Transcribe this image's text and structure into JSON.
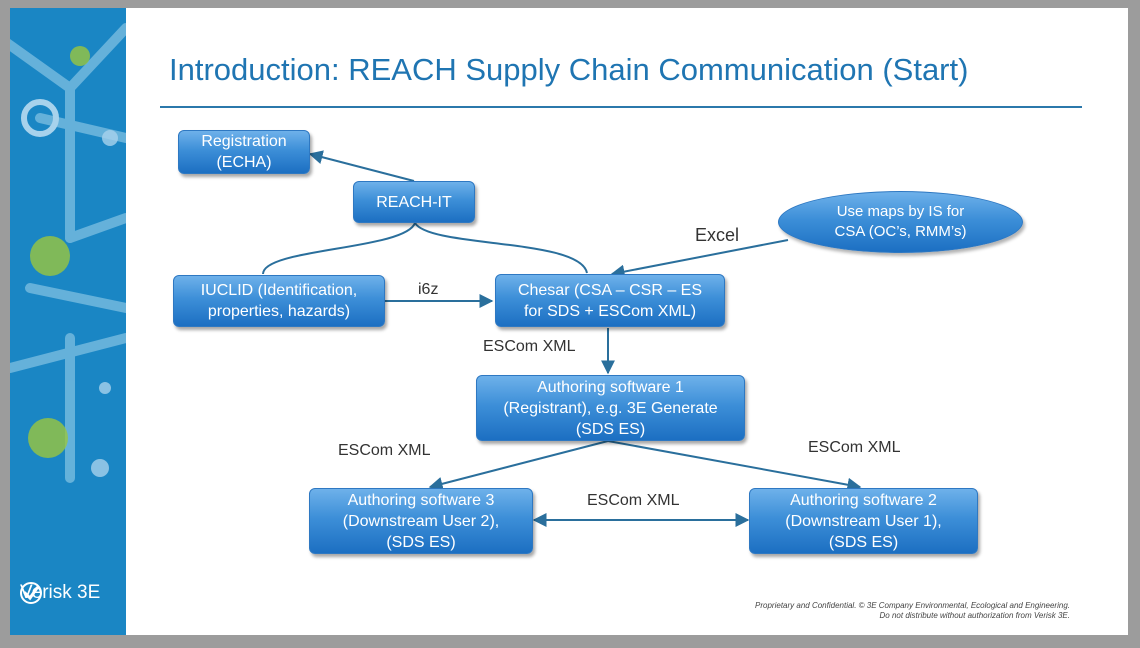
{
  "slide": {
    "title": "Introduction: REACH Supply Chain Communication (Start)",
    "logo_text": "Verisk 3E",
    "footer_line1": "Proprietary and Confidential. © 3E Company Environmental, Ecological and Engineering.",
    "footer_line2": "Do not distribute without authorization from Verisk 3E."
  },
  "diagram": {
    "nodes": {
      "registration": {
        "line1": "Registration",
        "line2": "(ECHA)"
      },
      "reach_it": {
        "line1": "REACH-IT"
      },
      "iuclid": {
        "line1": "IUCLID (Identification,",
        "line2": "properties, hazards)"
      },
      "chesar": {
        "line1": "Chesar (CSA – CSR – ES",
        "line2": "for SDS + ESCom XML)"
      },
      "use_maps": {
        "line1": "Use maps by IS for",
        "line2": "CSA (OC’s, RMM’s)"
      },
      "authoring1": {
        "line1": "Authoring software 1",
        "line2": "(Registrant), e.g. 3E Generate",
        "line3": "(SDS ES)"
      },
      "authoring3": {
        "line1": "Authoring software 3",
        "line2": "(Downstream User 2),",
        "line3": "(SDS ES)"
      },
      "authoring2": {
        "line1": "Authoring software 2",
        "line2": "(Downstream User 1),",
        "line3": "(SDS ES)"
      }
    },
    "edge_labels": {
      "excel": "Excel",
      "i6z": "i6z",
      "escom_chesar_to_auth1": "ESCom XML",
      "escom_auth1_to_auth3": "ESCom XML",
      "escom_auth1_to_auth2": "ESCom XML",
      "escom_auth3_auth2": "ESCom XML"
    }
  },
  "colors": {
    "title": "#1f75b2",
    "sidebar": "#1a86c4",
    "box_fill_top": "#6eb1ea",
    "box_fill_bottom": "#1c6fc2",
    "connector": "#2a6f9c"
  }
}
